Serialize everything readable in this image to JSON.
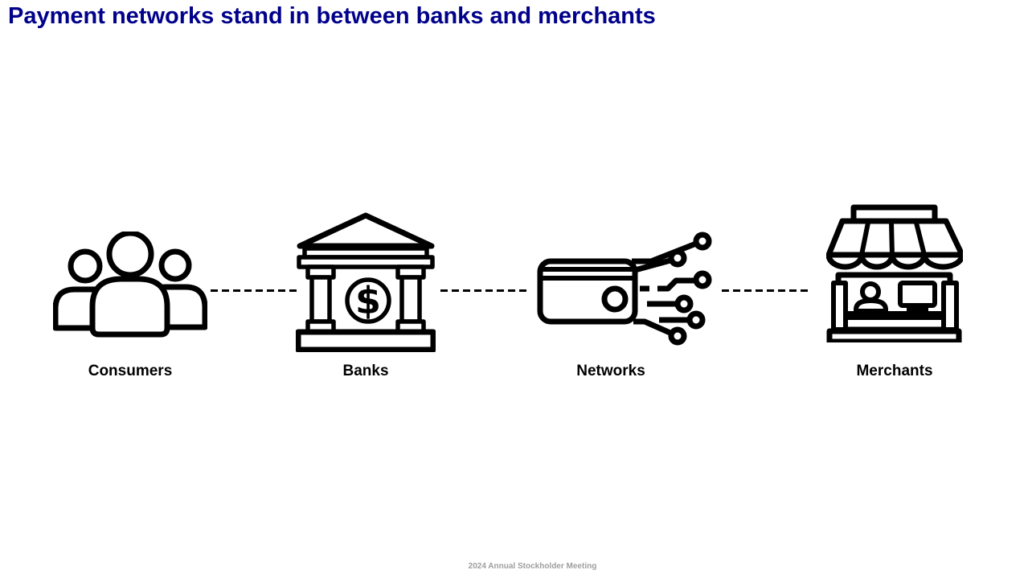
{
  "colors": {
    "title_color": "#00008B",
    "footer_color": "#9e9e9e",
    "icon_color": "#000000"
  },
  "slide": {
    "title": "Payment networks stand in between banks and merchants",
    "footer": "2024 Annual Stockholder Meeting",
    "nodes": [
      {
        "label": "Consumers",
        "icon": "people-group-icon"
      },
      {
        "label": "Banks",
        "icon": "bank-building-icon"
      },
      {
        "label": "Networks",
        "icon": "card-circuit-icon"
      },
      {
        "label": "Merchants",
        "icon": "storefront-icon"
      }
    ]
  }
}
